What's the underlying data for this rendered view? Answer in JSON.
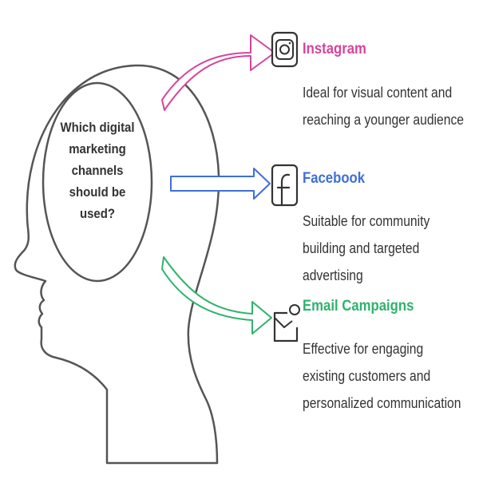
{
  "question": {
    "lines": [
      "Which digital",
      "marketing",
      "channels",
      "should be",
      "used?"
    ]
  },
  "channels": [
    {
      "title": "Instagram",
      "icon": "instagram-icon",
      "color": "#d6449a",
      "description": [
        "Ideal for visual content and",
        "reaching a younger audience"
      ]
    },
    {
      "title": "Facebook",
      "icon": "facebook-icon",
      "color": "#3f6fd6",
      "description": [
        "Suitable for community",
        "building and targeted",
        "advertising"
      ]
    },
    {
      "title": "Email Campaigns",
      "icon": "email-icon",
      "color": "#2fb36b",
      "description": [
        "Effective for engaging",
        "existing customers and",
        "personalized communication"
      ]
    }
  ]
}
